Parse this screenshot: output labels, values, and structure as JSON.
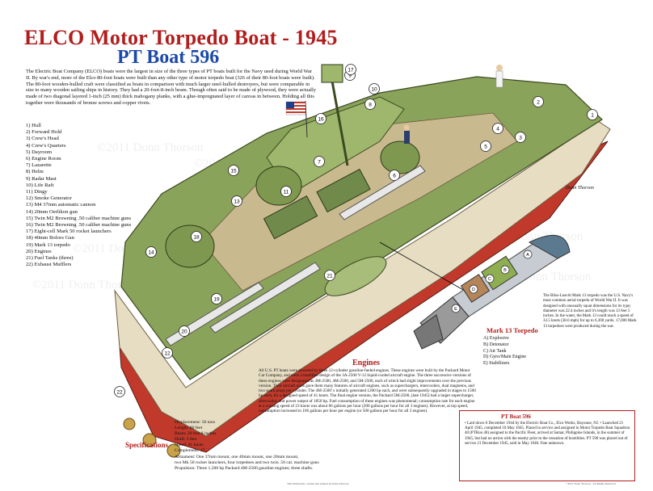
{
  "title": "ELCO Motor Torpedo Boat - 1945",
  "subtitle": "PT Boat 596",
  "intro": "The Electric Boat Company (ELCO) boats were the largest in size of the three types of PT boats built for the Navy used during World War II. By war's end, more of the Elco 80-foot boats were built than any other type of motor torpedo boat (326 of their 80-foot boats were built). The 80-foot wooden-hulled craft were classified as boats in comparison with much larger steel-hulled destroyers, but were comparable in size to many wooden sailing ships in history. They had a 20-foot-8-inch beam. Though often said to be made of plywood, they were actually made of two diagonal layered 1-inch (25 mm) thick mahogany planks, with a glue-impregnated layer of canvas in between. Holding all this together were thousands of bronze screws and copper rivets.",
  "legend": [
    "1) Hull",
    "2) Forward Hold",
    "3) Crew's Head",
    "4) Crew's Quarters",
    "5) Dayroom",
    "6) Engine Room",
    "7) Lazarette",
    "8) Helm",
    "9) Radar Mast",
    "10) Life Raft",
    "11) Dingy",
    "12) Smoke Generator",
    "13) M4 37mm automatic cannon",
    "14) 20mm Oerlikon gun",
    "15) Twin M2 Browning .50 caliber machine guns",
    "16) Twin M2 Browning .50 caliber machine guns",
    "17) Eight-cell Mark 50 rocket launchers",
    "18) 40mm Bofors Gun",
    "19) Mark 13 torpedo",
    "20) Engines",
    "21) Fuel Tanks (three)",
    "22) Exhaust Mufflers"
  ],
  "engines": {
    "heading": "Engines",
    "text": "All U.S. PT boats were powered by three 12-cylinder gasoline-fueled engines. These engines were built by the Packard Motor Car Company, and were a modified design of the 3A-2500 V-12 liquid-cooled aircraft engine. The three successive versions of these engines were designated as 3M-2500, 4M-2500, and 5M-2500, each of which had slight improvements over the previous version. Their aircraft roots gave them many features of aircraft engines, such as superchargers, intercoolers, dual magnetos, and two spark plugs per cylinder. The 4M-2500' s initially generated 1200 hp each, and were subsequently upgraded in stages to 1500 hp each, for a designed speed of 41 knots. The final engine version, the Packard 5M-2500, (late 1945) had a larger supercharger, aftercooler, and power output of 1850 hp. Fuel consumption of these engines was phenomenal; consumption rate for each engine at a cruising speed of 23 knots was about 66 gallons per hour (200 gallons per hour for all 3 engines). However, at top speed, consumption increased to 166 gallons per hour per engine (or 500 gallons per hour for all 3 engines)."
  },
  "specs": {
    "heading": "Specifications",
    "lines": [
      "Displacement: 56 tons",
      "Length: 80 feet",
      "Beam: 20 feet 8 inches",
      "Draft: 5 feet",
      "Speed: 41 knots",
      "Complement: 17",
      "Armament: One 37mm mount, one 40mm mount, one 20mm mount,",
      "two Mk 50 rocket launchers, four torpedoes and two twin .50 cal. machine guns",
      "Propulsion: Three 1,500 hp Packard 4M-2500 gasoline engines; three shafts."
    ]
  },
  "pt596": {
    "heading": "PT Boat 596",
    "text": "• Laid down 6 December 1944 by the Electric Boat Co., Elco Works, Bayonne, NJ. • Launched 21 April 1945, completed 10 May 1945. Placed in service and assigned to Motor Torpedo Boat Squadron 40 (PTRon 40) assigned to the Pacific Fleet, arrived at Samar, Philippine Islands, in the summer of 1945, but had no action with the enemy prior to the cessation of hostilities. PT 596 was placed out of service 21 December 1945, sold in May 1946. Fate unknown."
  },
  "torpedo": {
    "heading": "Mark 13 Torpedo",
    "parts": [
      "A) Explosive",
      "B) Detonator",
      "C) Air Tank",
      "D) Gyro/Main Engine",
      "E) Stabilizers"
    ],
    "markers": [
      "A",
      "B",
      "C",
      "D",
      "E"
    ],
    "text": "The Bliss-Leavitt Mark 13 torpedo was the U.S. Navy's most common aerial torpedo of World War II. It was designed with unusually squat dimensions for its type; diameter was 22.4 inches and it's length was 13 feet 5 inches. In the water, the Mark 13 could reach a speed of 33.5 knots (38.6 mph) for up to 6,300 yards. 17,000 Mark 13 torpedoes were produced during the war."
  },
  "callouts": [
    "1",
    "2",
    "3",
    "4",
    "5",
    "6",
    "7",
    "8",
    "9",
    "10",
    "11",
    "12",
    "13",
    "14",
    "15",
    "16",
    "17",
    "18",
    "19",
    "20",
    "21",
    "22"
  ],
  "watermark": "©2011 Donn Thorson",
  "signature": "Donn Thorson",
  "footer_center": "This illustration, created and printed by Donn Thorson",
  "footer_right": "©2011 Donn Thorson - All Rights Reserved",
  "colors": {
    "title_red": "#b21e1e",
    "subtitle_blue": "#1d4aa8",
    "deck_green": "#8aa35a",
    "hull_red": "#c0392b",
    "hull_cream": "#e9e1c8"
  }
}
